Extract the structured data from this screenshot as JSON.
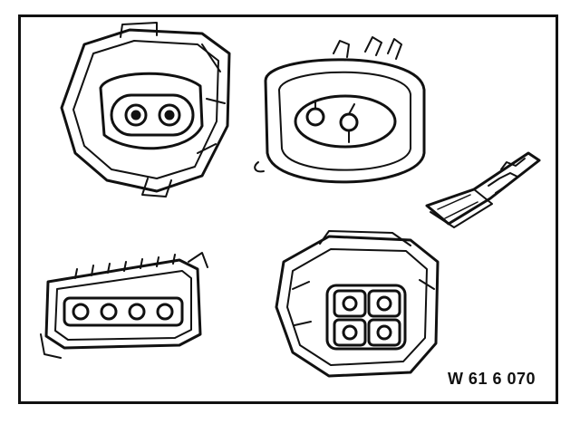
{
  "figure": {
    "reference_code": "W 61 6 070",
    "line_color": "#111111",
    "paper_color": "#ffffff"
  },
  "items": [
    {
      "name": "two-pin-connector-housing"
    },
    {
      "name": "two-pin-round-connector-socket"
    },
    {
      "name": "flat-terminal-contact"
    },
    {
      "name": "four-pin-connector-strip"
    },
    {
      "name": "four-pin-square-connector-housing"
    }
  ]
}
